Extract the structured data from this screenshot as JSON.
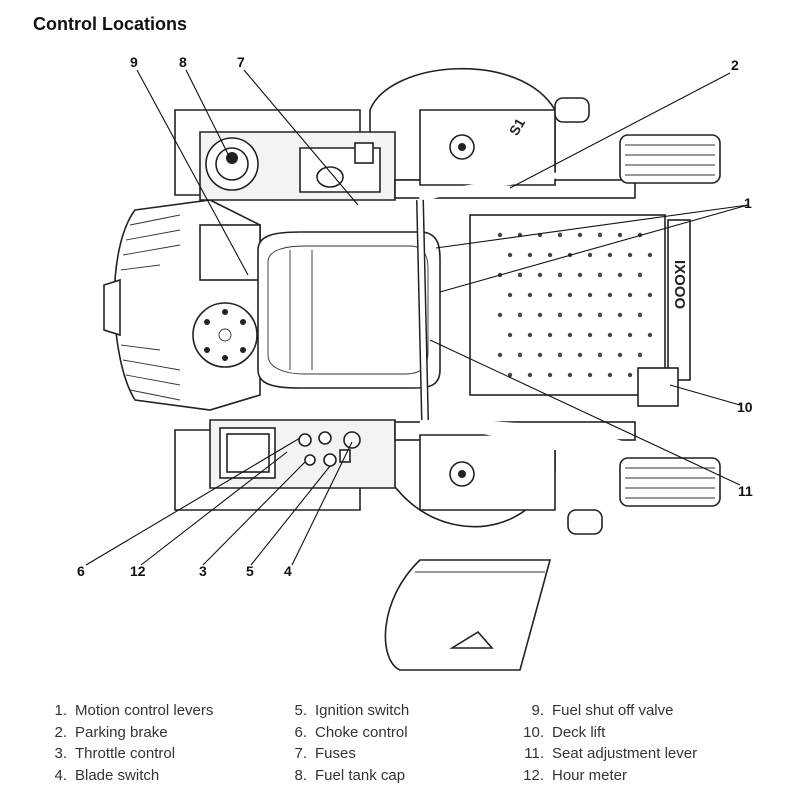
{
  "title": "Control Locations",
  "callouts": [
    "9",
    "8",
    "7",
    "2",
    "1",
    "10",
    "11",
    "6",
    "12",
    "3",
    "5",
    "4"
  ],
  "legend": [
    {
      "num": "1.",
      "label": "Motion control levers"
    },
    {
      "num": "2.",
      "label": "Parking brake"
    },
    {
      "num": "3.",
      "label": "Throttle control"
    },
    {
      "num": "4.",
      "label": "Blade switch"
    },
    {
      "num": "5.",
      "label": "Ignition switch"
    },
    {
      "num": "6.",
      "label": "Choke control"
    },
    {
      "num": "7.",
      "label": "Fuses"
    },
    {
      "num": "8.",
      "label": "Fuel tank cap"
    },
    {
      "num": "9.",
      "label": "Fuel shut off valve"
    },
    {
      "num": "10.",
      "label": "Deck lift"
    },
    {
      "num": "11.",
      "label": "Seat adjustment lever"
    },
    {
      "num": "12.",
      "label": "Hour meter"
    }
  ],
  "machine_labels": {
    "model_badge": "S1",
    "brand": "IXOOO"
  }
}
